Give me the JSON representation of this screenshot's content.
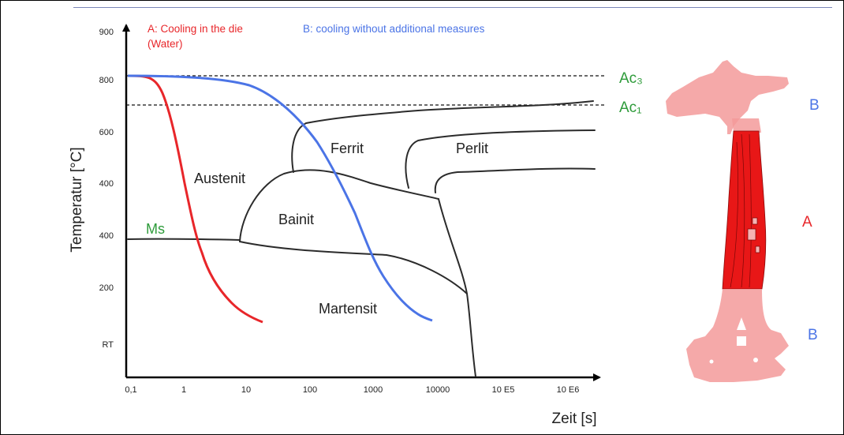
{
  "axes": {
    "y_title": "Temperatur [°C]",
    "x_title": "Zeit [s]",
    "y_ticks": [
      "900",
      "800",
      "600",
      "400",
      "400",
      "200",
      "RT"
    ],
    "x_ticks": [
      "0,1",
      "1",
      "10",
      "100",
      "1000",
      "10000",
      "10 E5",
      "10 E6"
    ]
  },
  "curves": {
    "a_label": "A: Cooling in the die",
    "a_sublabel": "(Water)",
    "a_color": "#e8262a",
    "b_label": "B: cooling without additional measures",
    "b_color": "#4b74e6"
  },
  "lines": {
    "ac3": "Ac₃",
    "ac1": "Ac₁",
    "ms": "Ms",
    "label_color": "#2e9b3a"
  },
  "phases": [
    "Austenit",
    "Ferrit",
    "Perlit",
    "Bainit",
    "Martensit"
  ],
  "part": {
    "label_top": "B",
    "label_middle": "A",
    "label_bottom": "B"
  }
}
